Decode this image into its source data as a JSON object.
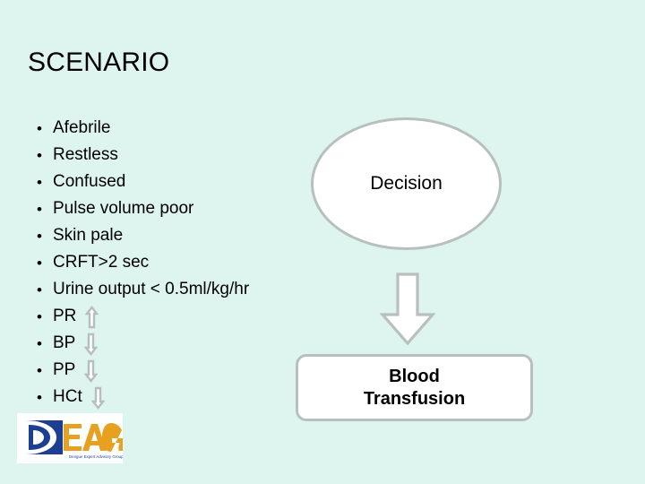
{
  "slide": {
    "title": "SCENARIO",
    "background_color": "#ddf4ef",
    "shape_outline_color": "#b7c0be",
    "shape_fill_color": "#ffffff",
    "text_color": "#000000"
  },
  "bullets": [
    {
      "marker": "•",
      "text": "Afebrile",
      "arrow": "none"
    },
    {
      "marker": "•",
      "text": "Restless",
      "arrow": "none"
    },
    {
      "marker": "•",
      "text": "Confused",
      "arrow": "none"
    },
    {
      "marker": "•",
      "text": "Pulse volume poor",
      "arrow": "none"
    },
    {
      "marker": "•",
      "text": "Skin pale",
      "arrow": "none"
    },
    {
      "marker": "•",
      "text": "CRFT>2 sec",
      "arrow": "none"
    },
    {
      "marker": "•",
      "text": "Urine output < 0.5ml/kg/hr",
      "arrow": "none"
    },
    {
      "marker": "•",
      "text": "PR",
      "arrow": "up"
    },
    {
      "marker": "•",
      "text": "BP",
      "arrow": "down"
    },
    {
      "marker": "•",
      "text": "PP",
      "arrow": "down"
    },
    {
      "marker": "•",
      "text": "HCt",
      "arrow": "down"
    }
  ],
  "flowchart": {
    "decision": {
      "label": "Decision",
      "shape": "oval"
    },
    "connector": {
      "icon": "down-arrow-icon",
      "direction": "down"
    },
    "outcome": {
      "line1": "Blood",
      "line2": "Transfusion",
      "shape": "rounded-rectangle"
    }
  },
  "logo": {
    "mark_letter": "D",
    "word": "EAG",
    "tagline": "Dengue Expert Advisory Group",
    "blue": "#1c3f94",
    "orange": "#e8a020"
  }
}
